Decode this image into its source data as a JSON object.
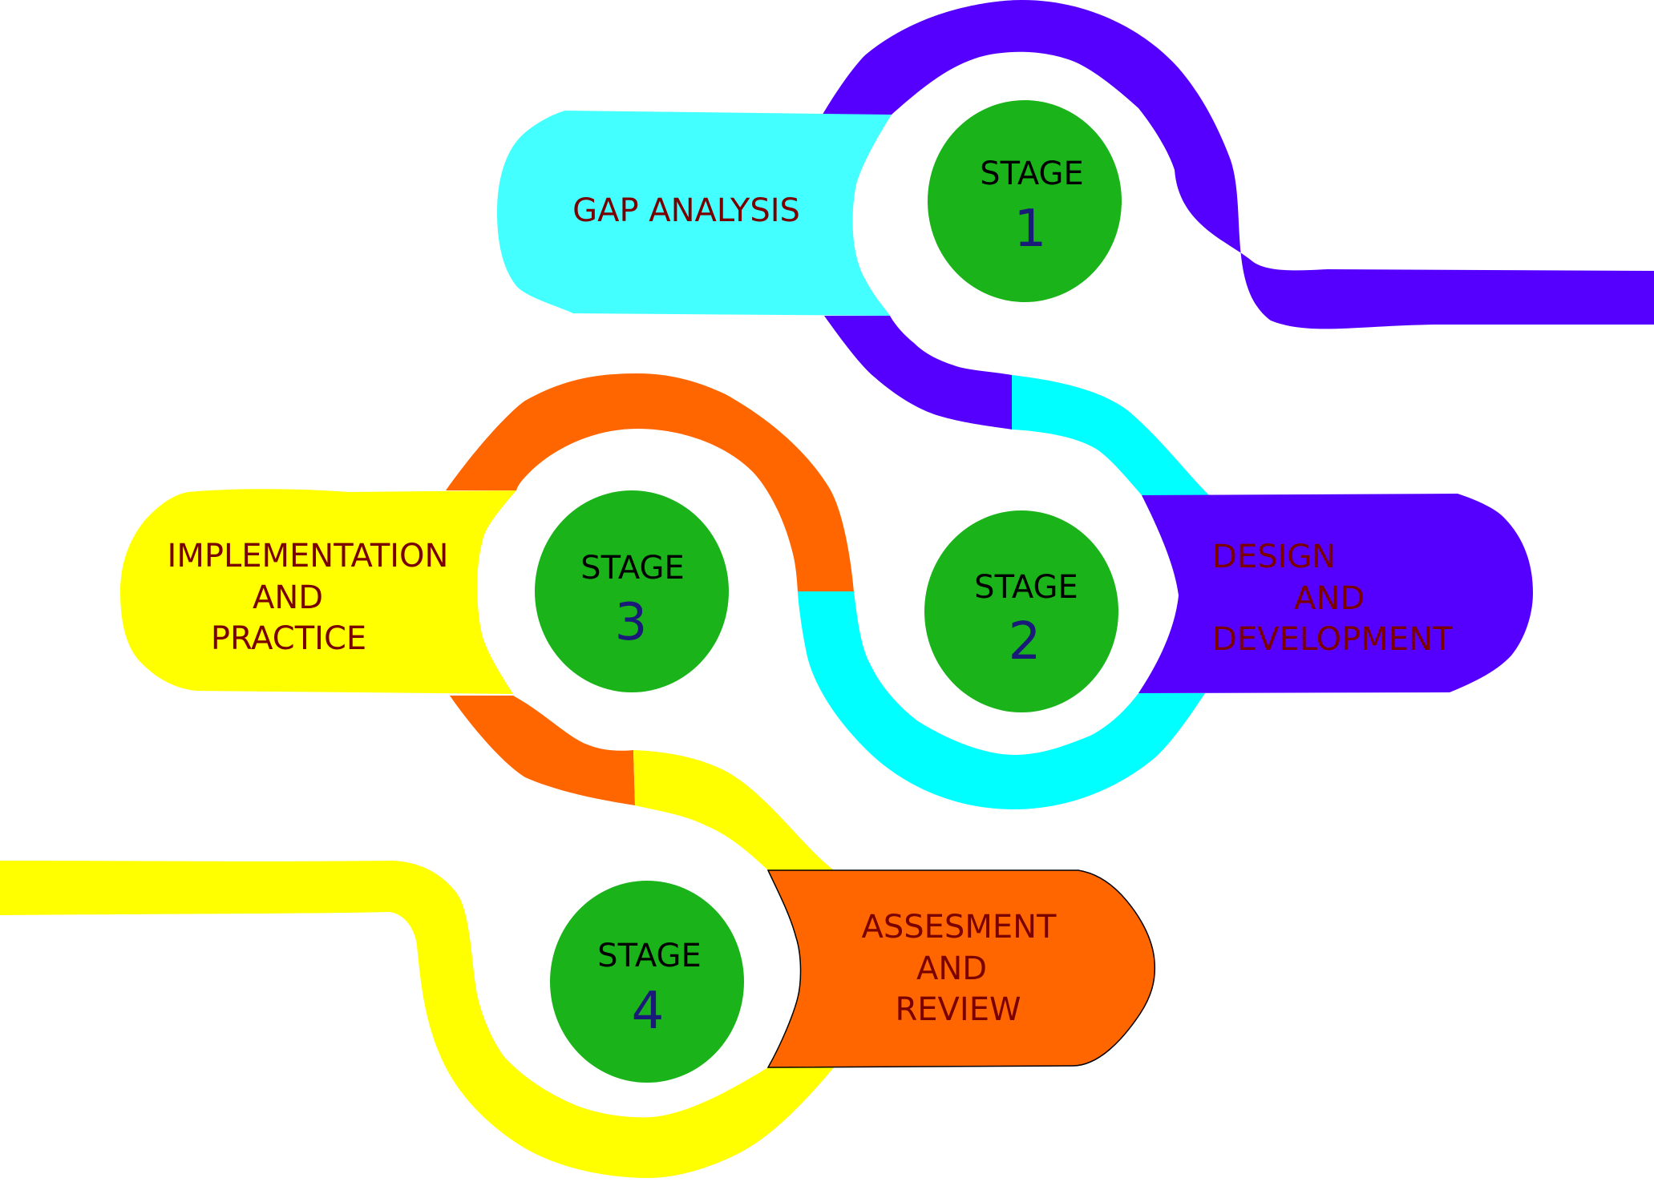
{
  "colors": {
    "purple": "#5500ff",
    "cyan_box": "#44ffff",
    "cyan_band": "#00ffff",
    "orange": "#ff6600",
    "yellow": "#ffff00",
    "circle_green": "#1ab31a",
    "stage_word": "#000000",
    "stage_number": "#1a1a7a",
    "label_text": "#7a0000"
  },
  "stages": [
    {
      "word": "STAGE",
      "number": "1",
      "label_lines": [
        "GAP ANALYSIS"
      ]
    },
    {
      "word": "STAGE",
      "number": "2",
      "label_lines": [
        "DESIGN",
        "AND",
        "DEVELOPMENT"
      ]
    },
    {
      "word": "STAGE",
      "number": "3",
      "label_lines": [
        "IMPLEMENTATION",
        "AND",
        "PRACTICE"
      ]
    },
    {
      "word": "STAGE",
      "number": "4",
      "label_lines": [
        "ASSESMENT",
        "AND",
        "REVIEW"
      ]
    }
  ]
}
